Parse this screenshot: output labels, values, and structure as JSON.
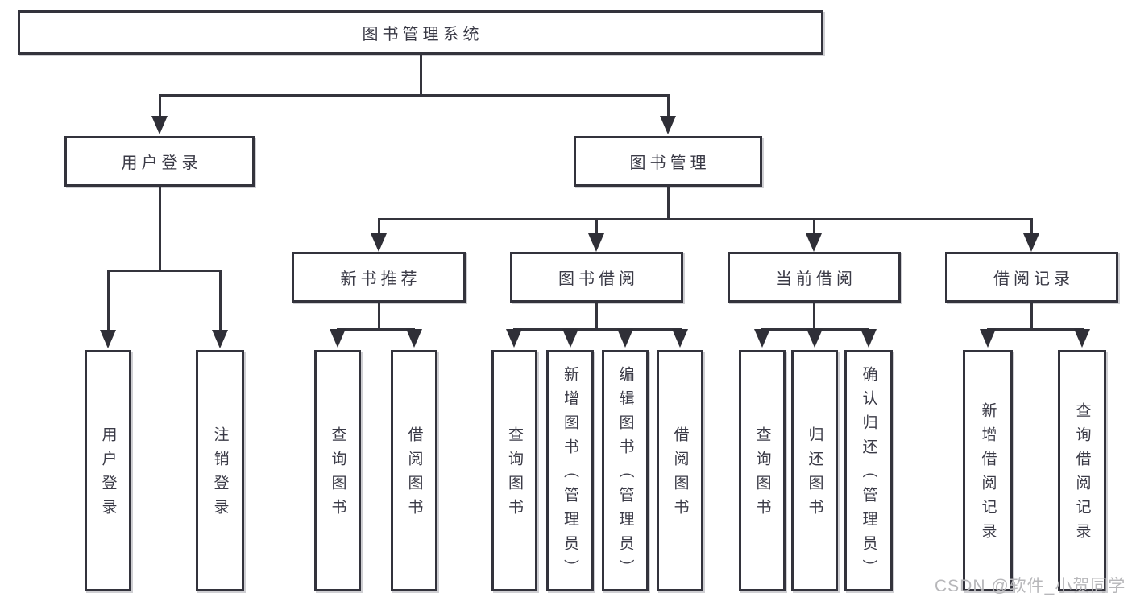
{
  "diagram": {
    "title": "图书管理系统",
    "nodes": {
      "root": {
        "label": "图书管理系统"
      },
      "level2": [
        {
          "id": "user-login",
          "label": "用户登录"
        },
        {
          "id": "book-management",
          "label": "图书管理"
        }
      ],
      "level3": [
        {
          "id": "new-book-recommend",
          "parent": "图书管理",
          "label": "新书推荐"
        },
        {
          "id": "book-borrowing",
          "parent": "图书管理",
          "label": "图书借阅"
        },
        {
          "id": "current-borrowing",
          "parent": "图书管理",
          "label": "当前借阅"
        },
        {
          "id": "borrowing-records",
          "parent": "图书管理",
          "label": "借阅记录"
        }
      ],
      "leaves": [
        {
          "parent": "用户登录",
          "label": "用户登录"
        },
        {
          "parent": "用户登录",
          "label": "注销登录"
        },
        {
          "parent": "新书推荐",
          "label": "查询图书"
        },
        {
          "parent": "新书推荐",
          "label": "借阅图书"
        },
        {
          "parent": "图书借阅",
          "label": "查询图书"
        },
        {
          "parent": "图书借阅",
          "label": "新增图书（管理员）"
        },
        {
          "parent": "图书借阅",
          "label": "编辑图书（管理员）"
        },
        {
          "parent": "图书借阅",
          "label": "借阅图书"
        },
        {
          "parent": "当前借阅",
          "label": "查询图书"
        },
        {
          "parent": "当前借阅",
          "label": "归还图书"
        },
        {
          "parent": "当前借阅",
          "label": "确认归还（管理员）"
        },
        {
          "parent": "借阅记录",
          "label": "新增借阅记录"
        },
        {
          "parent": "借阅记录",
          "label": "查询借阅记录"
        }
      ]
    },
    "colors": {
      "line": "#34343c",
      "box_border": "#33333c",
      "text": "#3a3a46",
      "background": "#ffffff",
      "watermark": "#b7b7ba"
    }
  },
  "watermark": {
    "text": "CSDN @软件_小贺同学"
  }
}
